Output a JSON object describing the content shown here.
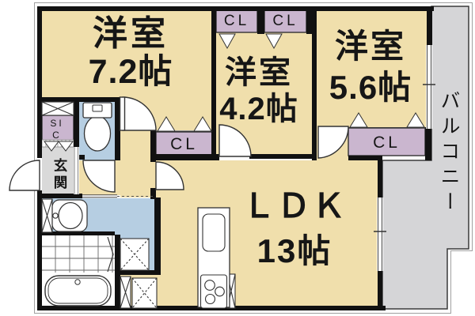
{
  "plan": {
    "rooms": {
      "western_7_2": {
        "name": "洋室",
        "size": "7.2帖"
      },
      "western_4_2": {
        "name": "洋室",
        "size": "4.2帖"
      },
      "western_5_6": {
        "name": "洋室",
        "size": "5.6帖"
      },
      "ldk": {
        "name": "ＬＤＫ",
        "size": "13帖"
      },
      "balcony": {
        "name": "バルコニー"
      },
      "entrance": {
        "name": "玄関"
      },
      "shoe_closet": {
        "name": "SIC"
      },
      "closet": {
        "name": "CL"
      }
    },
    "colors": {
      "floor": "#f0dfac",
      "closet": "#cab6cf",
      "wet_area": "#b6cee2",
      "entrance_floor": "#d9d9d9",
      "balcony": "#d5d5d7",
      "wall": "#111111"
    }
  }
}
